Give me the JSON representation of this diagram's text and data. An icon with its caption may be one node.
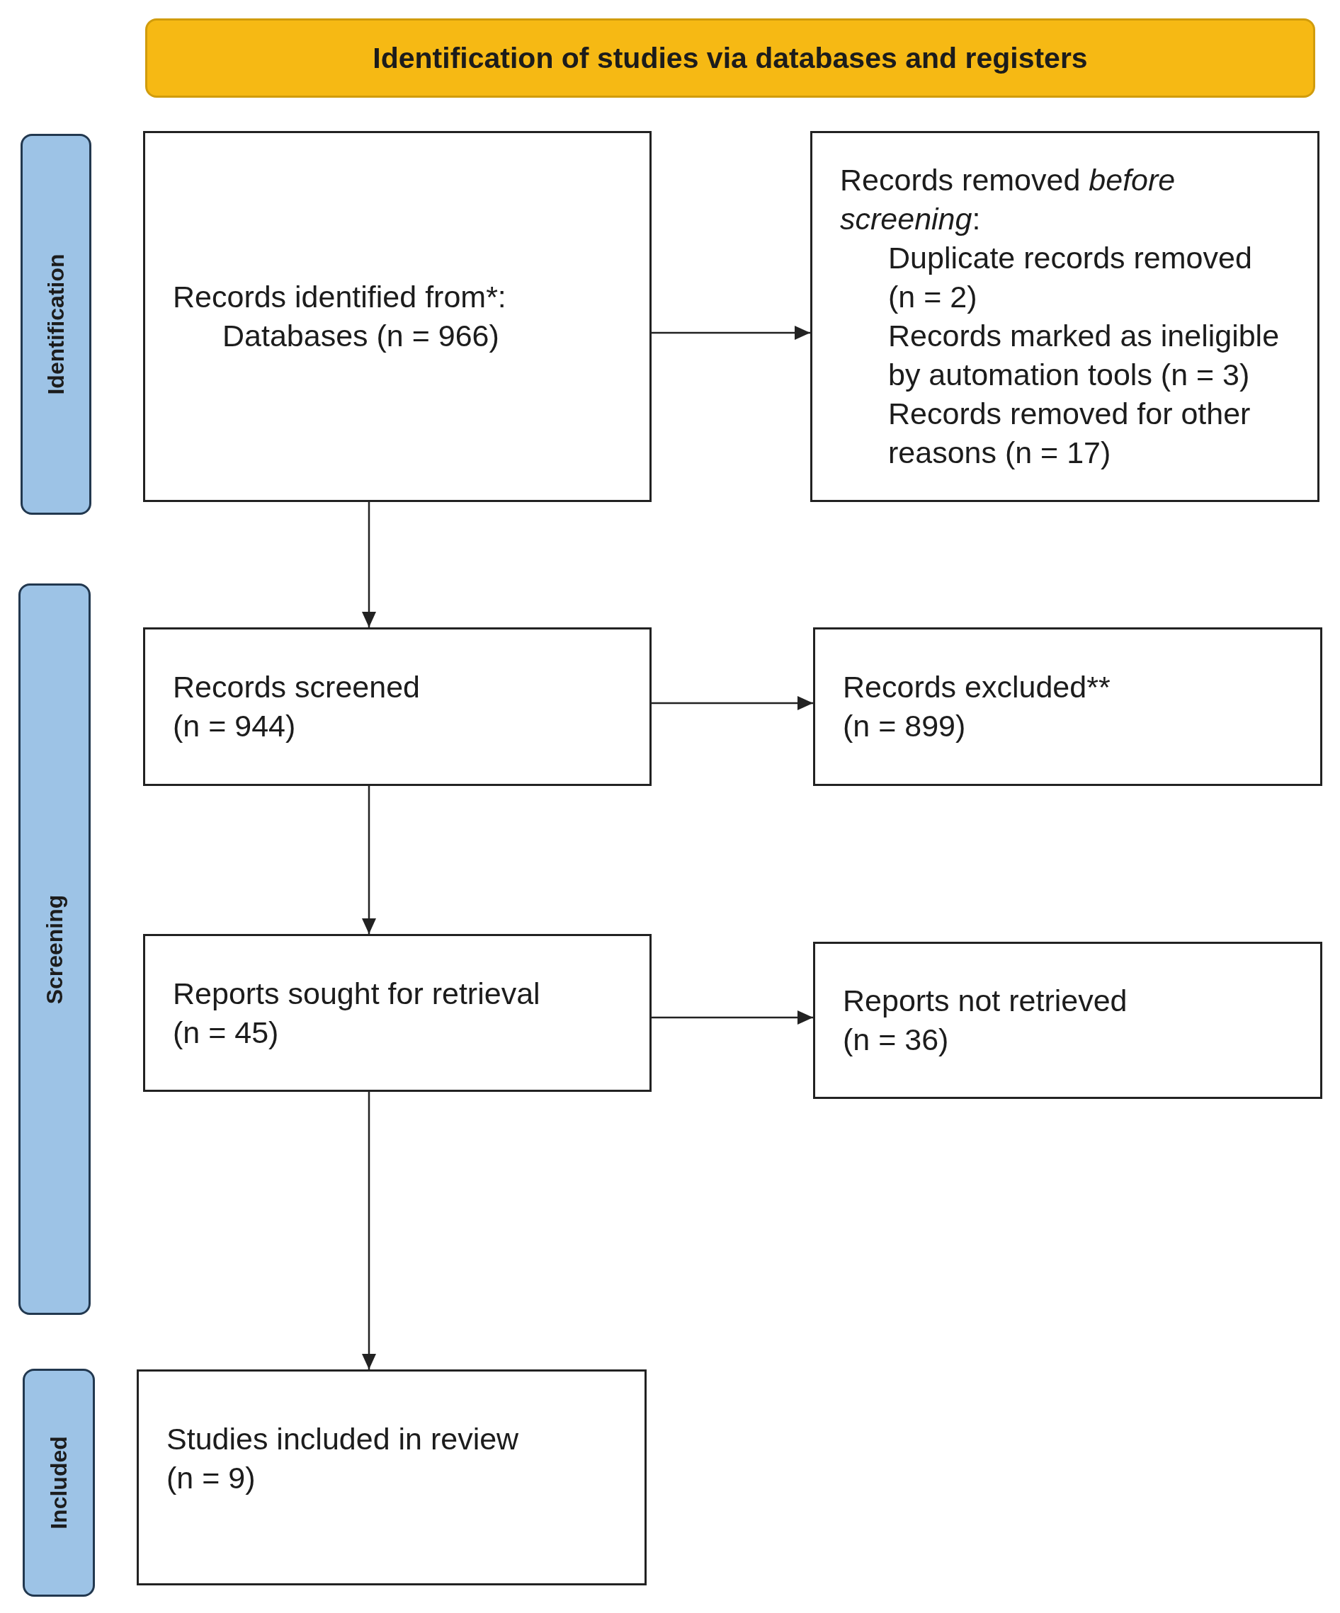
{
  "diagram": {
    "nodes": [
      {
        "text": [
          "Identification of studies via databases and registers"
        ]
      },
      {
        "text": [
          "Identification"
        ]
      },
      {
        "text": [
          "Records identified from*:",
          "Databases (n = 966)"
        ]
      },
      {
        "text": [
          "Records removed *before screening*:",
          "Duplicate records removed (n = 2)",
          "Records marked as ineligible by automation tools (n = 3)",
          "Records removed for other reasons (n = 17)"
        ]
      },
      {
        "text": [
          "Screening"
        ]
      },
      {
        "text": [
          "Records screened",
          "(n = 944)"
        ]
      },
      {
        "text": [
          "Records excluded**",
          "(n = 899)"
        ]
      },
      {
        "text": [
          "Reports sought for retrieval",
          "(n = 45)"
        ]
      },
      {
        "text": [
          "Reports not retrieved",
          "(n = 36)"
        ]
      },
      {
        "text": [
          "Included"
        ]
      },
      {
        "text": [
          "Studies included in review",
          "(n = 9)"
        ]
      }
    ],
    "edges": [
      {
        "from": 2,
        "to": 3,
        "arrow": "to"
      },
      {
        "from": 2,
        "to": 5,
        "arrow": "to"
      },
      {
        "from": 5,
        "to": 6,
        "arrow": "to"
      },
      {
        "from": 5,
        "to": 7,
        "arrow": "to"
      },
      {
        "from": 7,
        "to": 8,
        "arrow": "to"
      },
      {
        "from": 7,
        "to": 10,
        "arrow": "to"
      }
    ]
  }
}
